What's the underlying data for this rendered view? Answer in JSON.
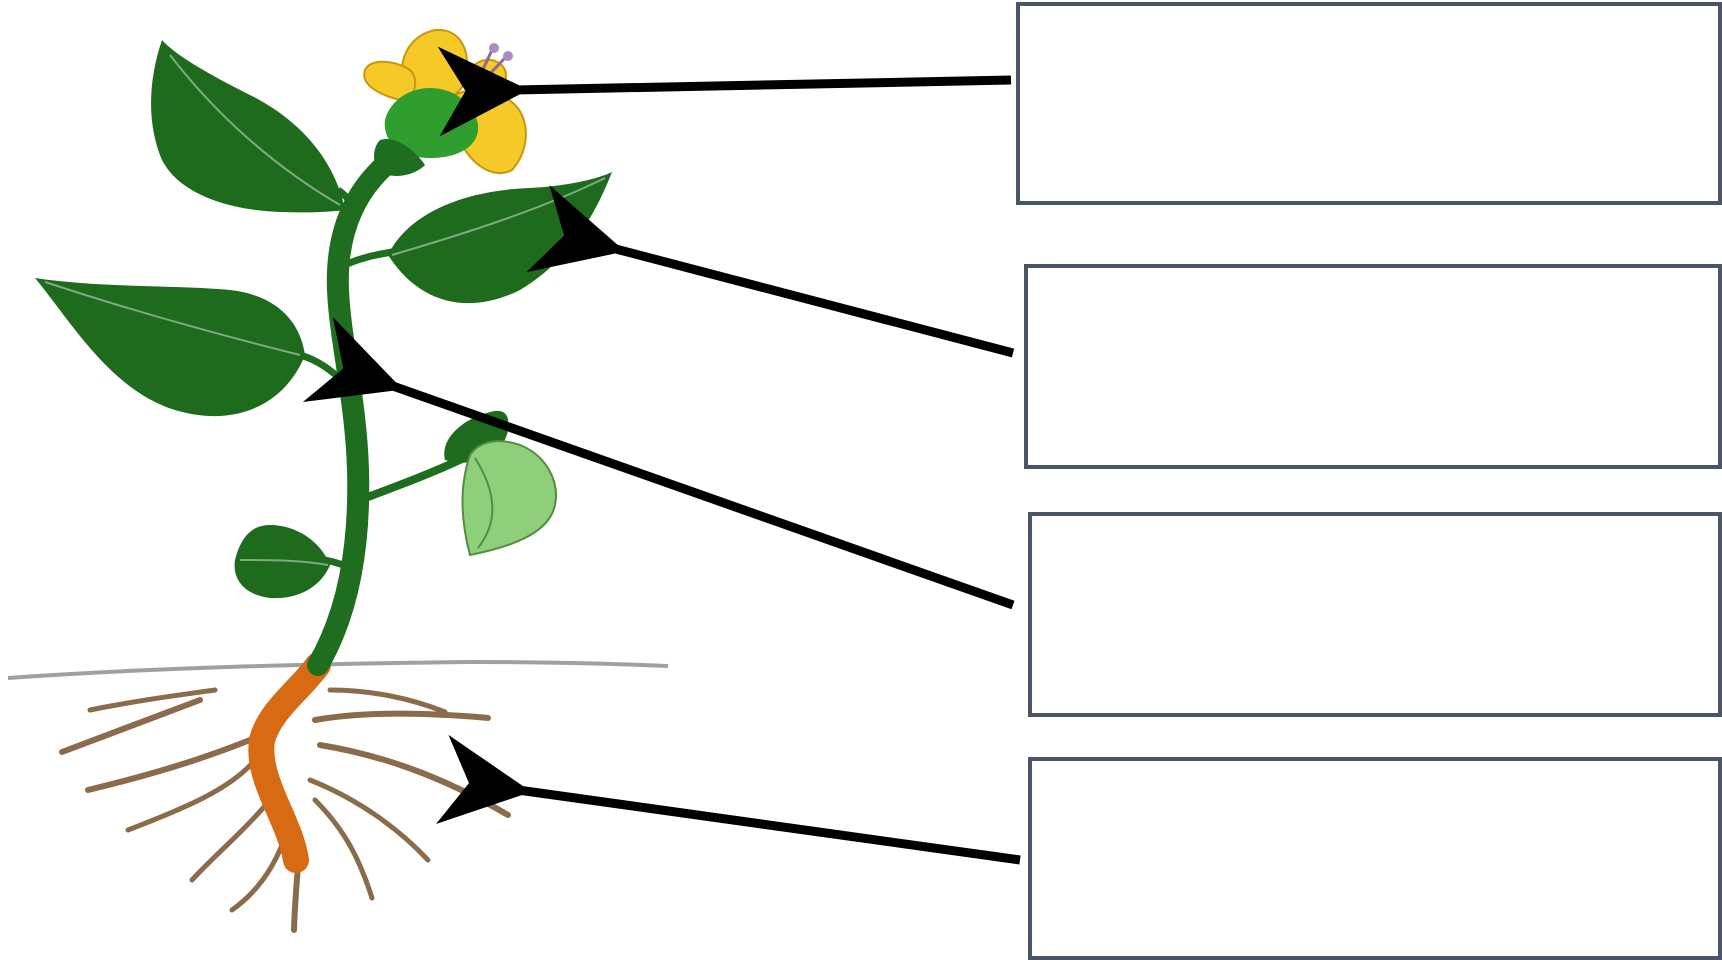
{
  "diagram": {
    "subject": "plant",
    "labels": [
      {
        "id": "flower",
        "text": ""
      },
      {
        "id": "leaf",
        "text": ""
      },
      {
        "id": "stem",
        "text": ""
      },
      {
        "id": "root",
        "text": ""
      }
    ]
  },
  "colors": {
    "leaf": "#1e6b1e",
    "leaf_vein": "#7fa97f",
    "young_leaf": "#8fce7a",
    "stem": "#1f6e1f",
    "sepal": "#2f9e2f",
    "petal": "#f5c928",
    "petal_outline": "#c9960e",
    "root_main": "#d96a14",
    "root_branch": "#8a6b4a",
    "ground_line": "#a0a0a0",
    "arrow": "#000000",
    "box_border": "#4a5568"
  }
}
